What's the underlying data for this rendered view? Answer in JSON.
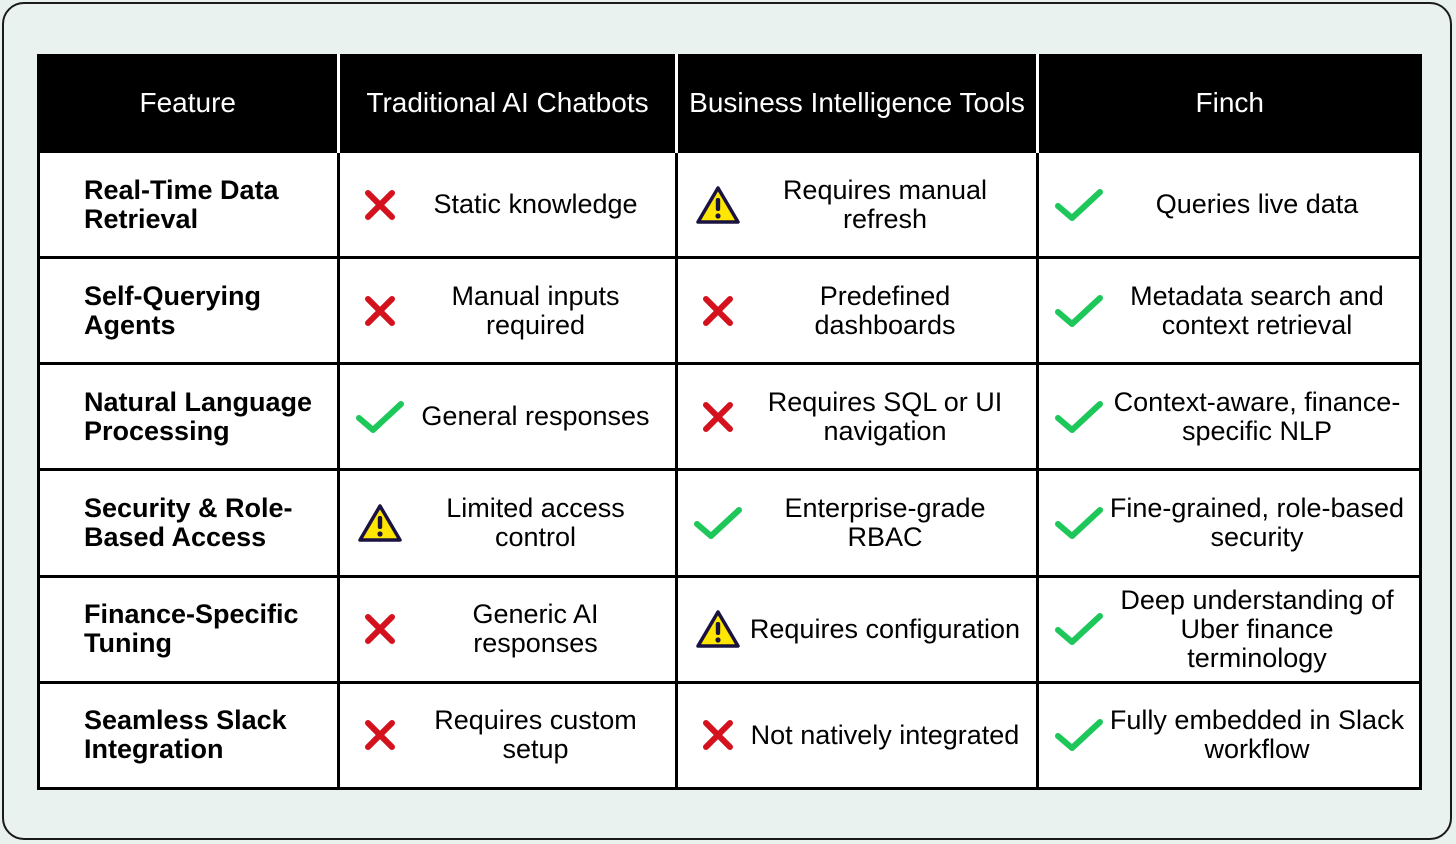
{
  "colors": {
    "check": "#1ec75a",
    "cross": "#d4121e",
    "warning_fill": "#ffe600",
    "header_bg": "#000000",
    "frame_bg": "#eaf2ef"
  },
  "header": {
    "feature": "Feature",
    "col1": "Traditional AI Chatbots",
    "col2": "Business Intelligence Tools",
    "col3": "Finch"
  },
  "rows": [
    {
      "feature": "Real-Time Data Retrieval",
      "c1": {
        "icon": "cross-icon",
        "text": "Static knowledge"
      },
      "c2": {
        "icon": "warning-icon",
        "text": "Requires manual refresh"
      },
      "c3": {
        "icon": "check-icon",
        "text": "Queries live data"
      }
    },
    {
      "feature": "Self-Querying Agents",
      "c1": {
        "icon": "cross-icon",
        "text": "Manual inputs required"
      },
      "c2": {
        "icon": "cross-icon",
        "text": "Predefined dashboards"
      },
      "c3": {
        "icon": "check-icon",
        "text": "Metadata search and context retrieval"
      }
    },
    {
      "feature": "Natural Language Processing",
      "c1": {
        "icon": "check-icon",
        "text": "General responses"
      },
      "c2": {
        "icon": "cross-icon",
        "text": "Requires SQL or UI navigation"
      },
      "c3": {
        "icon": "check-icon",
        "text": "Context-aware, finance-specific NLP"
      }
    },
    {
      "feature": "Security & Role-Based Access",
      "c1": {
        "icon": "warning-icon",
        "text": "Limited access control"
      },
      "c2": {
        "icon": "check-icon",
        "text": "Enterprise-grade RBAC"
      },
      "c3": {
        "icon": "check-icon",
        "text": "Fine-grained, role-based security"
      }
    },
    {
      "feature": "Finance-Specific Tuning",
      "c1": {
        "icon": "cross-icon",
        "text": "Generic AI responses"
      },
      "c2": {
        "icon": "warning-icon",
        "text": "Requires configuration"
      },
      "c3": {
        "icon": "check-icon",
        "text": "Deep understanding of Uber finance terminology"
      }
    },
    {
      "feature": "Seamless Slack Integration",
      "c1": {
        "icon": "cross-icon",
        "text": "Requires custom setup"
      },
      "c2": {
        "icon": "cross-icon",
        "text": "Not natively integrated"
      },
      "c3": {
        "icon": "check-icon",
        "text": "Fully embedded in Slack workflow"
      }
    }
  ]
}
